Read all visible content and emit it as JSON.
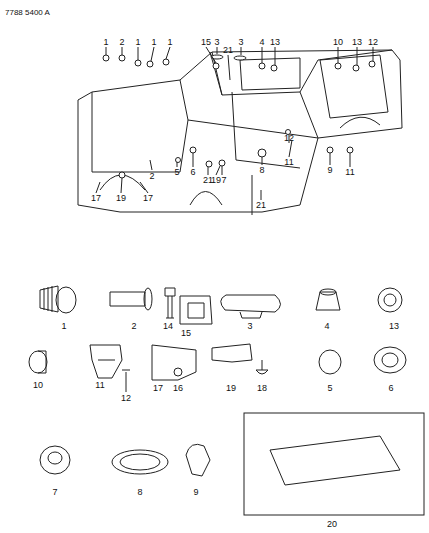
{
  "diagram": {
    "labels": [
      "7788 5400 A",
      "1",
      "2",
      "1",
      "1",
      "1",
      "15",
      "3",
      "21",
      "3",
      "4",
      "13",
      "10",
      "13",
      "12",
      "17",
      "19",
      "17",
      "2",
      "5",
      "6",
      "21",
      "19",
      "7",
      "8",
      "21",
      "12",
      "11",
      "9",
      "11",
      "1",
      "2",
      "14",
      "15",
      "3",
      "4",
      "13",
      "10",
      "11",
      "12",
      "17",
      "16",
      "19",
      "18",
      "5",
      "6",
      "7",
      "8",
      "9",
      "20"
    ]
  }
}
